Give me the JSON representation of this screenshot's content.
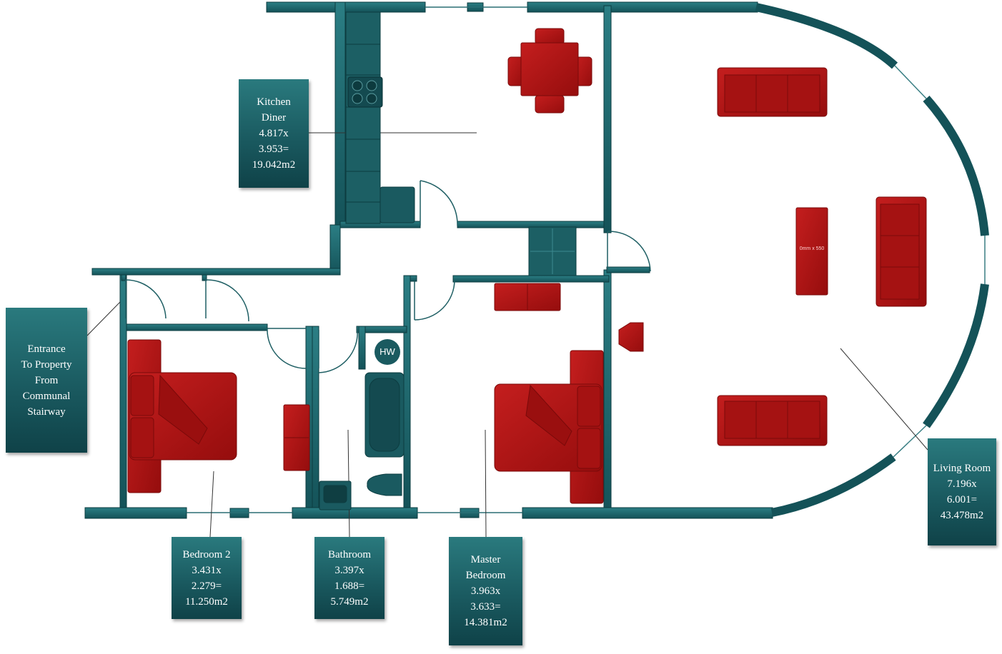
{
  "colors": {
    "wall": "#1f6a70",
    "wall_dark": "#104a50",
    "furniture": "#b01515",
    "label_bg": "#1a5a60",
    "label_text": "#ffffff"
  },
  "labels": {
    "kitchen": [
      "Kitchen",
      "Diner",
      "4.817x",
      "3.953=",
      "19.042m2"
    ],
    "entrance": [
      "Entrance",
      "To Property",
      "From",
      "Communal",
      "Stairway"
    ],
    "bedroom2": [
      "Bedroom 2",
      "3.431x",
      "2.279=",
      "11.250m2"
    ],
    "bathroom": [
      "Bathroom",
      "3.397x",
      "1.688=",
      "5.749m2"
    ],
    "master": [
      "Master",
      "Bedroom",
      "3.963x",
      "3.633=",
      "14.381m2"
    ],
    "living": [
      "Living Room",
      "7.196x",
      "6.001=",
      "43.478m2"
    ]
  },
  "fixtures": {
    "hot_water": "HW",
    "coffee_table": "0mm x 550"
  }
}
